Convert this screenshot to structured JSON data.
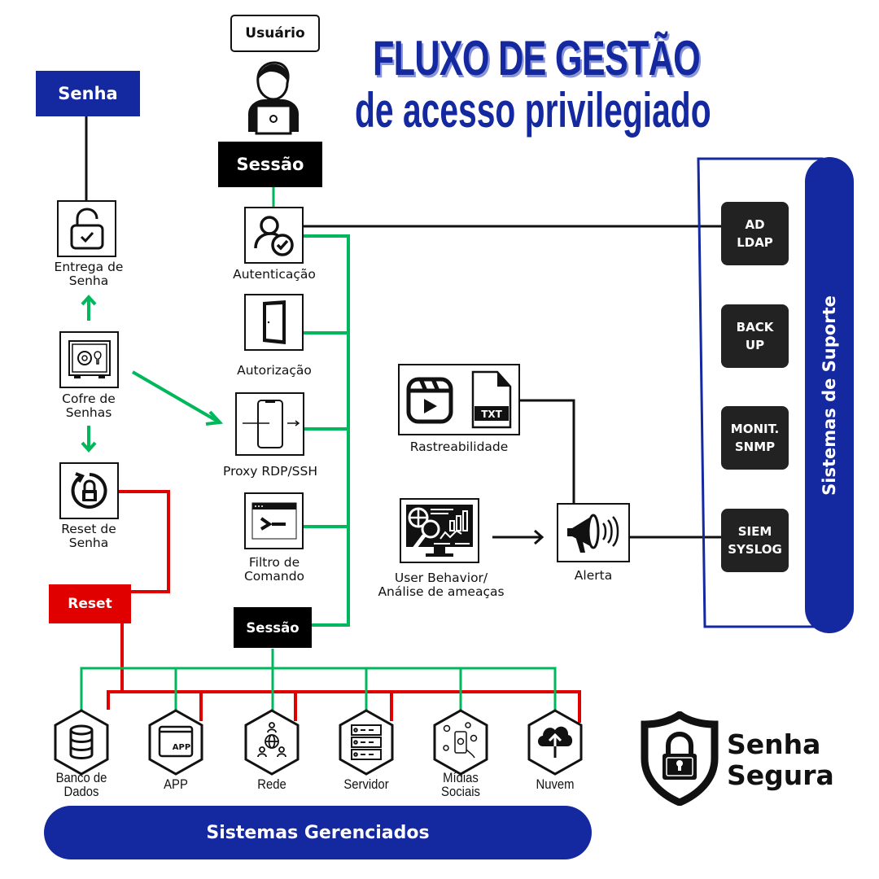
{
  "title": {
    "line1": "FLUXO DE GESTÃO",
    "line2": "de acesso privilegiado"
  },
  "colors": {
    "brand_blue": "#1428a0",
    "green_flow": "#00b85c",
    "red_flow": "#e00000",
    "black": "#111111",
    "support_box": "#222222"
  },
  "user": {
    "label": "Usuário",
    "icon": "user-laptop-icon"
  },
  "session_top": {
    "label": "Sessão"
  },
  "session_bottom": {
    "label": "Sessão"
  },
  "password": {
    "header": "Senha",
    "steps": [
      {
        "label_line1": "Entrega de",
        "label_line2": "Senha",
        "icon": "unlock-check-icon"
      },
      {
        "label_line1": "Cofre de",
        "label_line2": "Senhas",
        "icon": "safe-icon"
      },
      {
        "label_line1": "Reset de",
        "label_line2": "Senha",
        "icon": "lock-reset-icon"
      }
    ],
    "reset_tag": "Reset"
  },
  "pipeline": [
    {
      "label_line1": "Autenticação",
      "label_line2": "",
      "icon": "user-check-icon"
    },
    {
      "label_line1": "Autorização",
      "label_line2": "",
      "icon": "door-icon"
    },
    {
      "label_line1": "Proxy RDP/SSH",
      "label_line2": "",
      "icon": "proxy-device-icon"
    },
    {
      "label_line1": "Filtro de",
      "label_line2": "Comando",
      "icon": "terminal-icon"
    }
  ],
  "monitoring": {
    "traceability": {
      "label": "Rastreabilidade",
      "txt_badge": "TXT",
      "icons": [
        "video-clip-icon",
        "txt-file-icon"
      ]
    },
    "behavior": {
      "label_line1": "User Behavior/",
      "label_line2": "Análise de ameaças",
      "icon": "analytics-monitor-icon"
    },
    "alert": {
      "label": "Alerta",
      "icon": "megaphone-icon"
    }
  },
  "support_systems": {
    "title": "Sistemas de Suporte",
    "items": [
      {
        "line1": "AD",
        "line2": "LDAP"
      },
      {
        "line1": "BACK",
        "line2": "UP"
      },
      {
        "line1": "MONIT.",
        "line2": "SNMP"
      },
      {
        "line1": "SIEM",
        "line2": "SYSLOG"
      }
    ]
  },
  "managed_systems": {
    "title": "Sistemas Gerenciados",
    "items": [
      {
        "line1": "Banco de",
        "line2": "Dados",
        "icon": "database-icon"
      },
      {
        "line1": "APP",
        "line2": "",
        "icon": "app-window-icon",
        "badge": "APP"
      },
      {
        "line1": "Rede",
        "line2": "",
        "icon": "network-globe-icon"
      },
      {
        "line1": "Servidor",
        "line2": "",
        "icon": "server-rack-icon"
      },
      {
        "line1": "Mídias",
        "line2": "Sociais",
        "icon": "social-media-icon"
      },
      {
        "line1": "Nuvem",
        "line2": "",
        "icon": "cloud-upload-icon"
      }
    ]
  },
  "logo": {
    "line1": "Senha",
    "line2": "Segura",
    "icon": "shield-lock-icon"
  }
}
